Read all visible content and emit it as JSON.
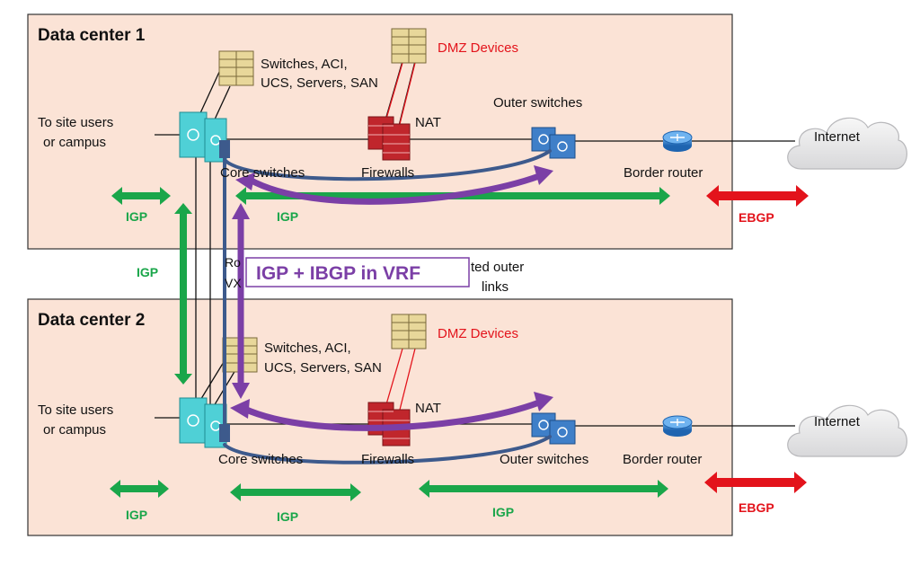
{
  "colors": {
    "dc_fill": "#fbe3d6",
    "dc_border": "#333333",
    "igp": "#1aa64a",
    "ebgp": "#e3131b",
    "purple": "#7b3fa6",
    "blue_link": "#3d5a8c",
    "dmz_text": "#e3131b",
    "server_fill": "#e8d79a",
    "firewall": "#c0262c",
    "switch_teal": "#4fd0d6",
    "router_blue": "#2f7fd0",
    "cloud": "#e9e9ea"
  },
  "dc1": {
    "title": "Data center 1",
    "site_users": [
      "To site users",
      "or campus"
    ],
    "servers": [
      "Switches, ACI,",
      "UCS, Servers, SAN"
    ],
    "dmz": "DMZ Devices",
    "nat": "NAT",
    "outer": "Outer switches",
    "core": "Core switches",
    "firewalls": "Firewalls",
    "border": "Border router",
    "internet": "Internet",
    "igp_left": "IGP",
    "igp_mid": "IGP",
    "ebgp": "EBGP"
  },
  "dc2": {
    "title": "Data center 2",
    "site_users": [
      "To site users",
      "or campus"
    ],
    "servers": [
      "Switches, ACI,",
      "UCS, Servers, SAN"
    ],
    "dmz": "DMZ Devices",
    "nat": "NAT",
    "outer": "Outer switches",
    "core": "Core switches",
    "firewalls": "Firewalls",
    "border": "Border router",
    "internet": "Internet",
    "igp_left": "IGP",
    "igp_mid": "IGP",
    "igp_right": "IGP",
    "ebgp": "EBGP"
  },
  "between": {
    "igp": "IGP",
    "inner_links_partial": [
      "Ro",
      "VX"
    ],
    "outer_links_partial": [
      "ted outer",
      "links"
    ],
    "vrf_label": "IGP + IBGP in VRF"
  }
}
